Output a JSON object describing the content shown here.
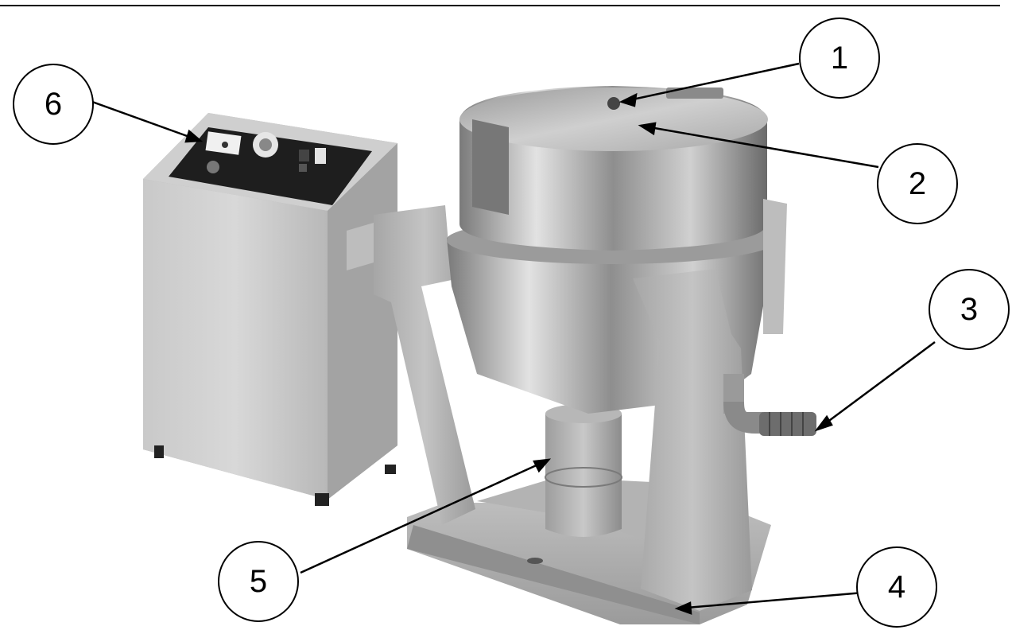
{
  "callouts": [
    {
      "id": "1",
      "label": "1"
    },
    {
      "id": "2",
      "label": "2"
    },
    {
      "id": "3",
      "label": "3"
    },
    {
      "id": "4",
      "label": "4"
    },
    {
      "id": "5",
      "label": "5"
    },
    {
      "id": "6",
      "label": "6"
    }
  ],
  "colors": {
    "background": "#ffffff",
    "line": "#000000",
    "steel_light": "#e6e6e6",
    "steel_mid": "#a9a9a9",
    "steel_dark": "#5a5a5a",
    "panel": "#1e1e1e"
  }
}
